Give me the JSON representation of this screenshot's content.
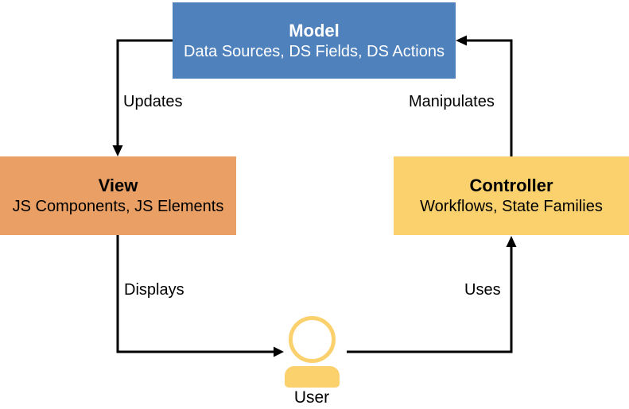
{
  "diagram": {
    "title_implied": "Model-View-Controller cycle",
    "nodes": {
      "model": {
        "title": "Model",
        "subtitle": "Data Sources, DS Fields, DS Actions"
      },
      "view": {
        "title": "View",
        "subtitle": "JS Components, JS Elements"
      },
      "controller": {
        "title": "Controller",
        "subtitle": "Workflows, State Families"
      },
      "user": {
        "label": "User"
      }
    },
    "edges": [
      {
        "from": "Model",
        "to": "View",
        "label": "Updates"
      },
      {
        "from": "Controller",
        "to": "Model",
        "label": "Manipulates"
      },
      {
        "from": "View",
        "to": "User",
        "label": "Displays"
      },
      {
        "from": "User",
        "to": "Controller",
        "label": "Uses"
      }
    ]
  },
  "colors": {
    "model_blue": "#4F81BD",
    "view_orange": "#EAA064",
    "controller_yellow": "#FBD16E",
    "user_icon_yellow": "#FBD16E",
    "arrow_black": "#000000",
    "model_text": "#FFFFFF",
    "label_text": "#000000"
  }
}
